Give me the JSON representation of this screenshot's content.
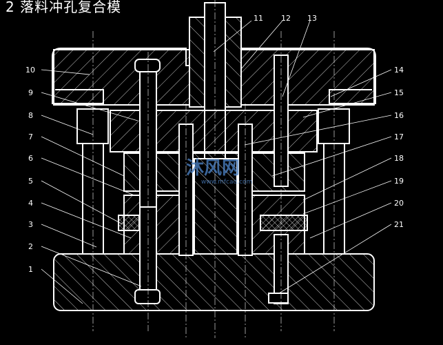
{
  "title": "2 落料冲孔复合模",
  "watermark": {
    "main": "沐风网",
    "url": "www.mfcad.com"
  },
  "callouts": {
    "left": [
      "10",
      "9",
      "8",
      "7",
      "6",
      "5",
      "4",
      "3",
      "2",
      "1"
    ],
    "top": [
      "11",
      "12",
      "13"
    ],
    "right": [
      "14",
      "15",
      "16",
      "17",
      "18",
      "19",
      "20",
      "21"
    ]
  },
  "colors": {
    "background": "#000000",
    "lines": "#ffffff",
    "watermark": "#4a7fc0"
  }
}
